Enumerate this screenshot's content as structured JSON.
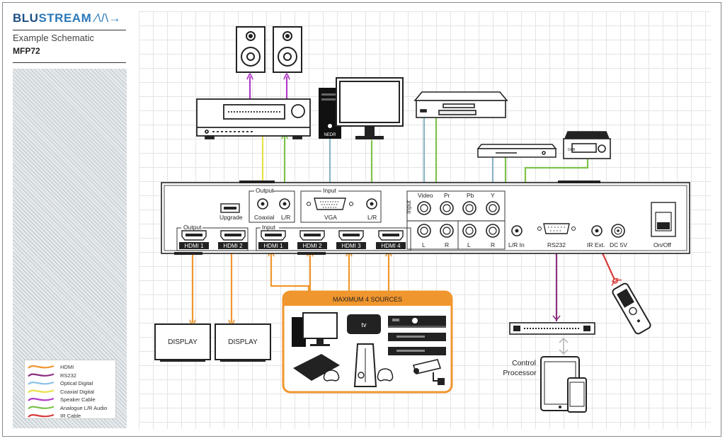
{
  "brand": {
    "logo_prefix": "BLU",
    "logo_suffix": "STREAM",
    "subtitle": "Example Schematic",
    "model": "MFP72"
  },
  "legend": [
    {
      "label": "HDMI",
      "color": "#f0962e"
    },
    {
      "label": "RS232",
      "color": "#8a2f7e"
    },
    {
      "label": "Optical Digital",
      "color": "#8cc2e8"
    },
    {
      "label": "Coaxial Digital",
      "color": "#e8e04a"
    },
    {
      "label": "Speaker Cable",
      "color": "#b23bc6"
    },
    {
      "label": "Analogue L/R Audio",
      "color": "#7ec24a"
    },
    {
      "label": "IR Cable",
      "color": "#d83a3a"
    }
  ],
  "device": {
    "output_audio_group": "Output",
    "coaxial": "Coaxial",
    "lr_out": "L/R",
    "upgrade": "Upgrade",
    "input_vga_group": "Input",
    "vga": "VGA",
    "lr_vga": "L/R",
    "input_component_group": "Input",
    "video": "Video",
    "pr": "Pr",
    "pb": "Pb",
    "y": "Y",
    "l": "L",
    "r": "R",
    "l2": "L",
    "r2": "R",
    "lr_in": "L/R In",
    "rs232": "RS232",
    "ir_ext": "IR Ext.",
    "dc5v": "DC 5V",
    "onoff": "On/Off",
    "hdmi_output_group": "Output",
    "hdmi_out_1": "HDMI 1",
    "hdmi_out_2": "HDMI 2",
    "hdmi_input_group": "Input",
    "hdmi_in_1": "HDMI 1",
    "hdmi_in_2": "HDMI 2",
    "hdmi_in_3": "HDMI 3",
    "hdmi_in_4": "HDMI 4"
  },
  "displays": [
    "DISPLAY",
    "DISPLAY"
  ],
  "sources": {
    "title": "MAXIMUM 4 SOURCES",
    "apple_tv": "tv"
  },
  "pc_brand": "NEDR",
  "control": {
    "line1": "Control",
    "line2": "Processor"
  }
}
